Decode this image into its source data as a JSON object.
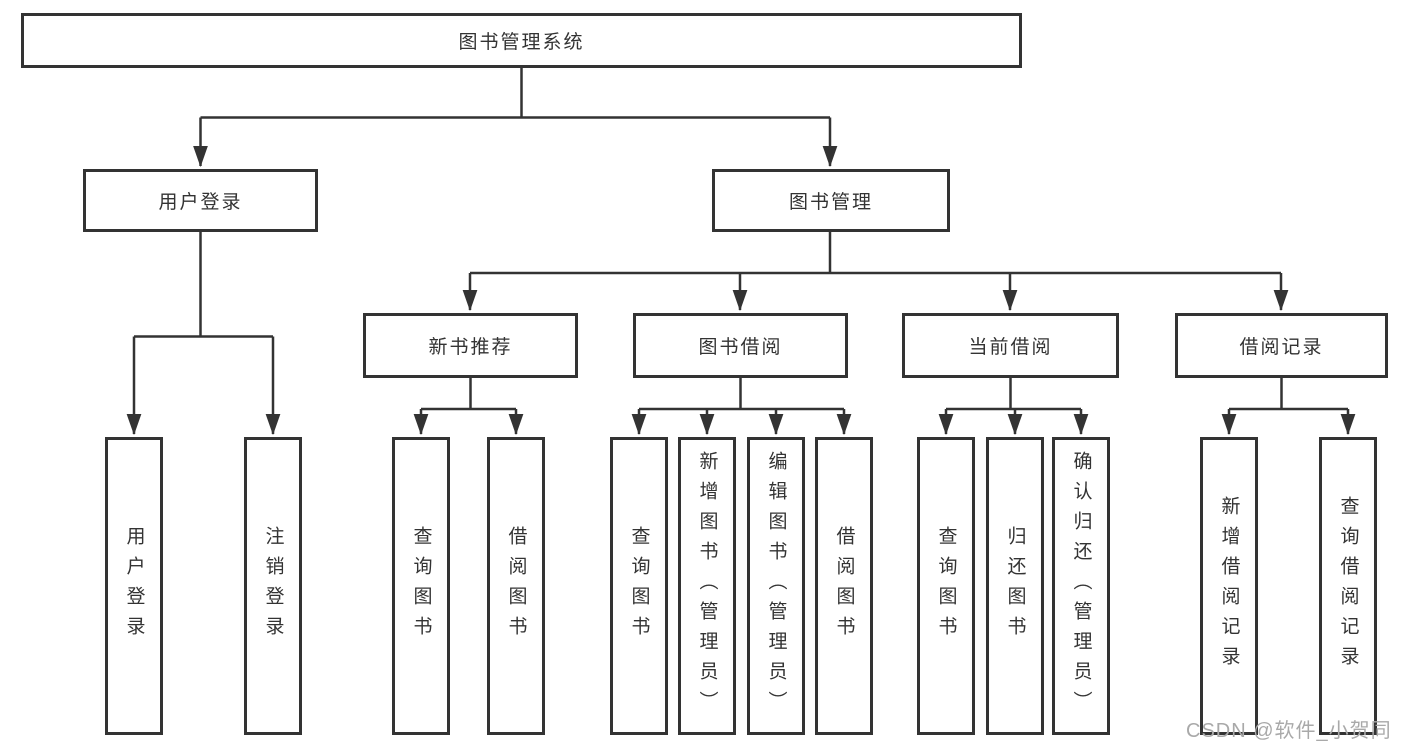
{
  "page": {
    "background_color": "#ffffff",
    "line_color": "#333333",
    "box_border_color": "#333333",
    "text_color": "#333333"
  },
  "tree": {
    "root": {
      "label": "图书管理系统"
    },
    "children": [
      {
        "label": "用户登录",
        "children": [
          {
            "label": "用户登录"
          },
          {
            "label": "注销登录"
          }
        ]
      },
      {
        "label": "图书管理",
        "children": [
          {
            "label": "新书推荐",
            "children": [
              {
                "label": "查询图书"
              },
              {
                "label": "借阅图书"
              }
            ]
          },
          {
            "label": "图书借阅",
            "children": [
              {
                "label": "查询图书"
              },
              {
                "label": "新增图书（管理员）"
              },
              {
                "label": "编辑图书（管理员）"
              },
              {
                "label": "借阅图书"
              }
            ]
          },
          {
            "label": "当前借阅",
            "children": [
              {
                "label": "查询图书"
              },
              {
                "label": "归还图书"
              },
              {
                "label": "确认归还（管理员）"
              }
            ]
          },
          {
            "label": "借阅记录",
            "children": [
              {
                "label": "新增借阅记录"
              },
              {
                "label": "查询借阅记录"
              }
            ]
          }
        ]
      }
    ]
  },
  "watermark": {
    "text": "CSDN @软件_小贺同学",
    "color": "#a9a9a9"
  }
}
